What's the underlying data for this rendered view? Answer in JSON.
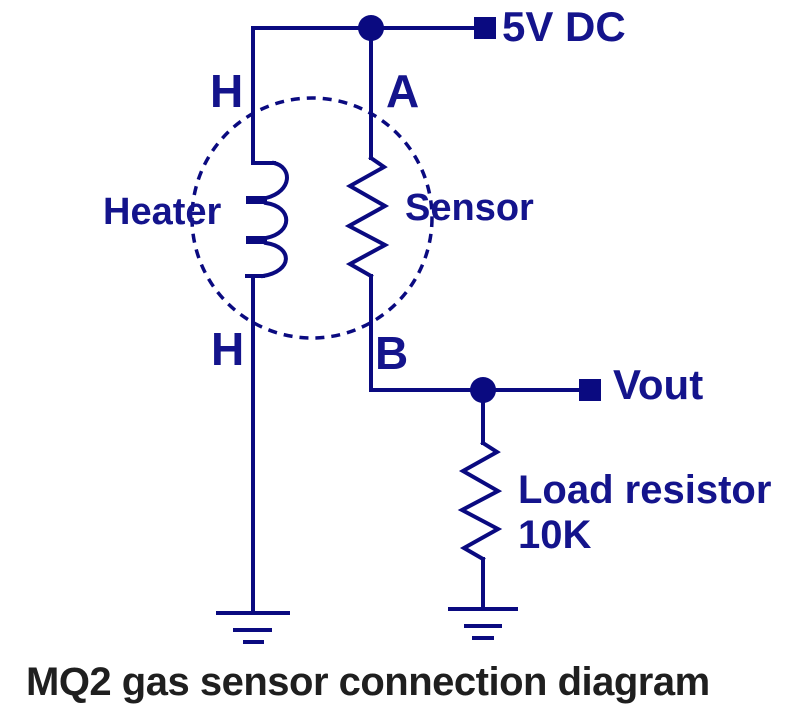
{
  "colors": {
    "wire": "#0a0a80",
    "label": "#14148c",
    "caption": "#1f1f1f",
    "background": "#ffffff"
  },
  "labels": {
    "supply": "5V DC",
    "vout": "Vout",
    "heater": "Heater",
    "sensor": "Sensor",
    "load_resistor": "Load resistor",
    "load_value": "10K",
    "pin_h_top": "H",
    "pin_a": "A",
    "pin_h_bottom": "H",
    "pin_b": "B"
  },
  "caption": "MQ2 gas sensor connection diagram"
}
